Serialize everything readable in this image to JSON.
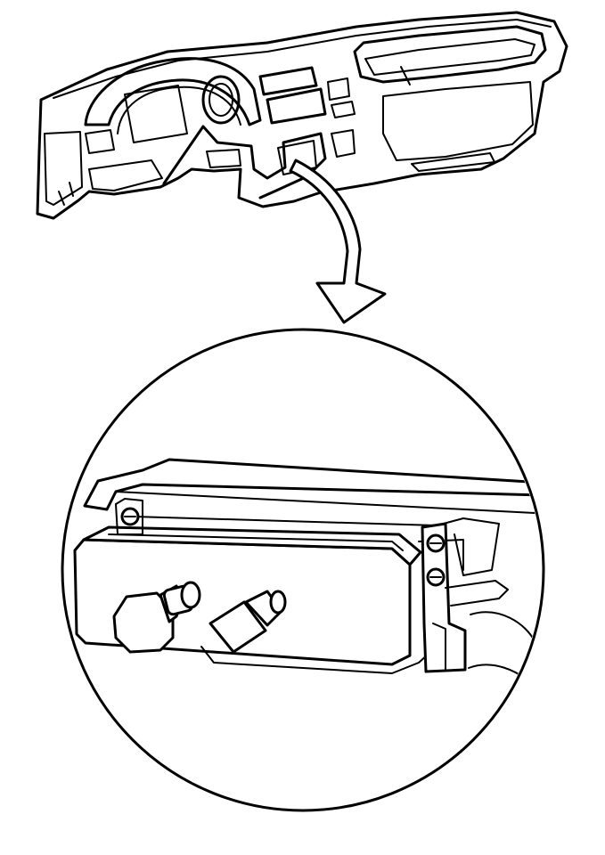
{
  "figure": {
    "background": "#ffffff",
    "stroke_color": "#000000",
    "components": [
      {
        "name": "instrument-panel",
        "icon": "dashboard-icon"
      },
      {
        "name": "callout-arrow",
        "icon": "curved-arrow-icon"
      },
      {
        "name": "detail-view",
        "icon": "magnifier-circle-icon"
      },
      {
        "name": "control-module",
        "icon": "module-box-icon"
      },
      {
        "name": "connector",
        "icon": "connector-icon"
      },
      {
        "name": "mounting-bracket",
        "icon": "bracket-icon"
      },
      {
        "name": "bolt",
        "icon": "bolt-icon"
      }
    ]
  }
}
